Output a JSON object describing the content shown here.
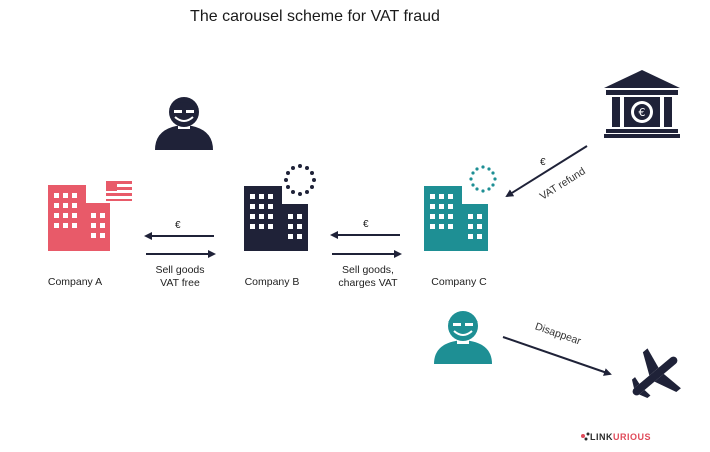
{
  "title": "The carousel scheme for VAT fraud",
  "companies": [
    {
      "label": "Company A",
      "color": "#e85a69",
      "badge": "us-flag-icon"
    },
    {
      "label": "Company B",
      "color": "#1f2238",
      "badge": "eu-stars-icon"
    },
    {
      "label": "Company C",
      "color": "#1e8f94",
      "badge": "eu-stars-icon"
    }
  ],
  "transactions": [
    {
      "currency": "€",
      "label_line1": "Sell goods",
      "label_line2": "VAT free"
    },
    {
      "currency": "€",
      "label_line1": "Sell goods,",
      "label_line2": "charges VAT"
    }
  ],
  "refund": {
    "currency": "€",
    "label": "VAT refund"
  },
  "disappear": {
    "label": "Disappear"
  },
  "icons": [
    "fraudster-icon",
    "bank-icon",
    "airplane-icon"
  ],
  "brand": {
    "part1": "LINK",
    "part2": "URIOUS"
  }
}
